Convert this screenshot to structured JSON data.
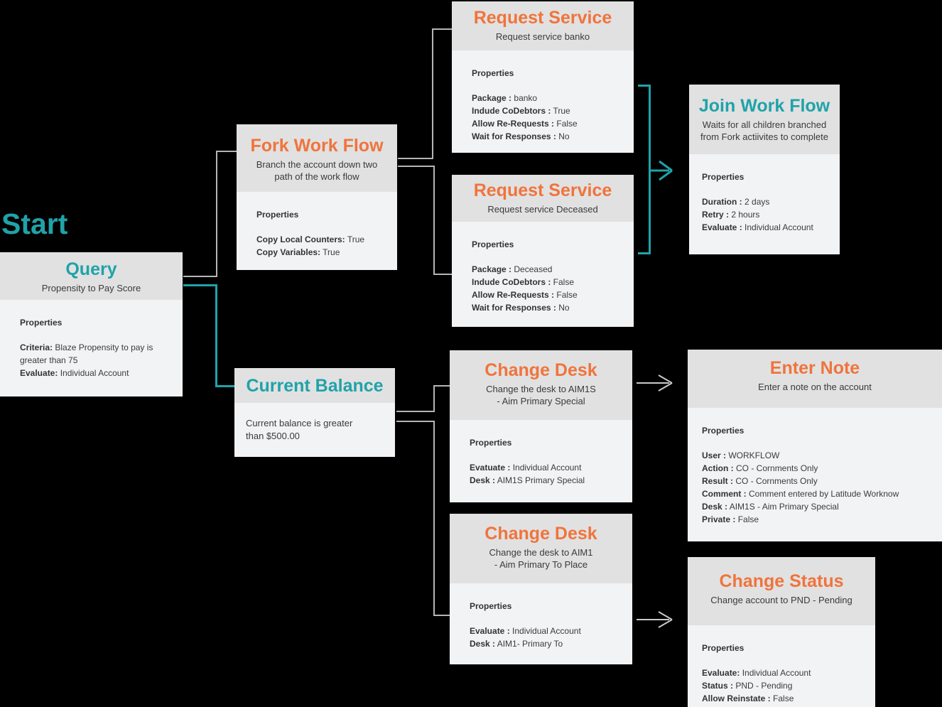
{
  "colors": {
    "background": "#000000",
    "teal_accent": "#1fa3a9",
    "orange_accent": "#f0743c",
    "node_header_bg": "#e1e1e1",
    "node_body_bg": "#f2f3f5",
    "text_dark": "#3a3a3a",
    "connector_gray": "#b5b5b5",
    "arrow_light": "#c9c9c9"
  },
  "start_label": "Start",
  "nodes": [
    {
      "id": "query",
      "title": "Query",
      "accent": "teal",
      "subtitle": "Propensity to Pay Score",
      "properties_label": "Properties",
      "properties": [
        {
          "label": "Criteria:",
          "value": "Blaze Propensity to pay is greater than 75"
        },
        {
          "label": "Evaluate:",
          "value": "Individual Account"
        }
      ]
    },
    {
      "id": "fork-work-flow",
      "title": "Fork Work Flow",
      "accent": "orange",
      "subtitle": "Branch the account down two\npath of the work flow",
      "properties_label": "Properties",
      "properties": [
        {
          "label": "Copy Local Counters:",
          "value": "True"
        },
        {
          "label": "Copy Variables:",
          "value": "True"
        }
      ]
    },
    {
      "id": "request-service-banko",
      "title": "Request Service",
      "accent": "orange",
      "subtitle": "Request service banko",
      "properties_label": "Properties",
      "properties": [
        {
          "label": "Package :",
          "value": "banko"
        },
        {
          "label": "Indude CoDebtors :",
          "value": "True"
        },
        {
          "label": "Allow Re-Requests :",
          "value": "False"
        },
        {
          "label": "Wait for Responses :",
          "value": "No"
        }
      ]
    },
    {
      "id": "request-service-deceased",
      "title": "Request Service",
      "accent": "orange",
      "subtitle": "Request service Deceased",
      "properties_label": "Properties",
      "properties": [
        {
          "label": "Package :",
          "value": "Deceased"
        },
        {
          "label": "Indude CoDebtors :",
          "value": "False"
        },
        {
          "label": "Allow Re-Requests :",
          "value": "False"
        },
        {
          "label": "Wait for Responses :",
          "value": "No"
        }
      ]
    },
    {
      "id": "join-work-flow",
      "title": "Join Work Flow",
      "accent": "teal",
      "subtitle": "Waits for all children branched\nfrom Fork actiivites to complete",
      "properties_label": "Properties",
      "properties": [
        {
          "label": "Duration :",
          "value": "2 days"
        },
        {
          "label": "Retry :",
          "value": "2 hours"
        },
        {
          "label": "Evaluate :",
          "value": "Individual Account"
        }
      ]
    },
    {
      "id": "current-balance",
      "title": "Current Balance",
      "accent": "teal",
      "body_text": "Current balance is greater\nthan $500.00"
    },
    {
      "id": "change-desk-aim1s",
      "title": "Change Desk",
      "accent": "orange",
      "subtitle": "Change the desk to AIM1S\n- Aim Primary Special",
      "properties_label": "Properties",
      "properties": [
        {
          "label": "Evatuate :",
          "value": "Individual Account"
        },
        {
          "label": "Desk :",
          "value": "AIM1S Primary Special"
        }
      ]
    },
    {
      "id": "enter-note",
      "title": "Enter Note",
      "accent": "orange",
      "subtitle": "Enter a note on the account",
      "properties_label": "Properties",
      "properties": [
        {
          "label": "User :",
          "value": "WORKFLOW"
        },
        {
          "label": "Action :",
          "value": "CO - Cornments Only"
        },
        {
          "label": "Result :",
          "value": "CO - Cornments Only"
        },
        {
          "label": "Comment :",
          "value": "Comment entered by Latitude Worknow"
        },
        {
          "label": "Desk :",
          "value": "AIM1S - Aim Primary Special"
        },
        {
          "label": "Private :",
          "value": "False"
        }
      ]
    },
    {
      "id": "change-desk-aim1",
      "title": "Change Desk",
      "accent": "orange",
      "subtitle": "Change the desk to AIM1\n- Aim Primary To Place",
      "properties_label": "Properties",
      "properties": [
        {
          "label": "Evaluate :",
          "value": "Individual Account"
        },
        {
          "label": "Desk :",
          "value": "AIM1- Primary To"
        }
      ]
    },
    {
      "id": "change-status",
      "title": "Change Status",
      "accent": "orange",
      "subtitle": "Change account to PND - Pending",
      "properties_label": "Properties",
      "properties": [
        {
          "label": "Evaluate:",
          "value": "Individual Account"
        },
        {
          "label": "Status :",
          "value": "PND - Pending"
        },
        {
          "label": "Allow Reinstate :",
          "value": "False"
        }
      ]
    }
  ]
}
